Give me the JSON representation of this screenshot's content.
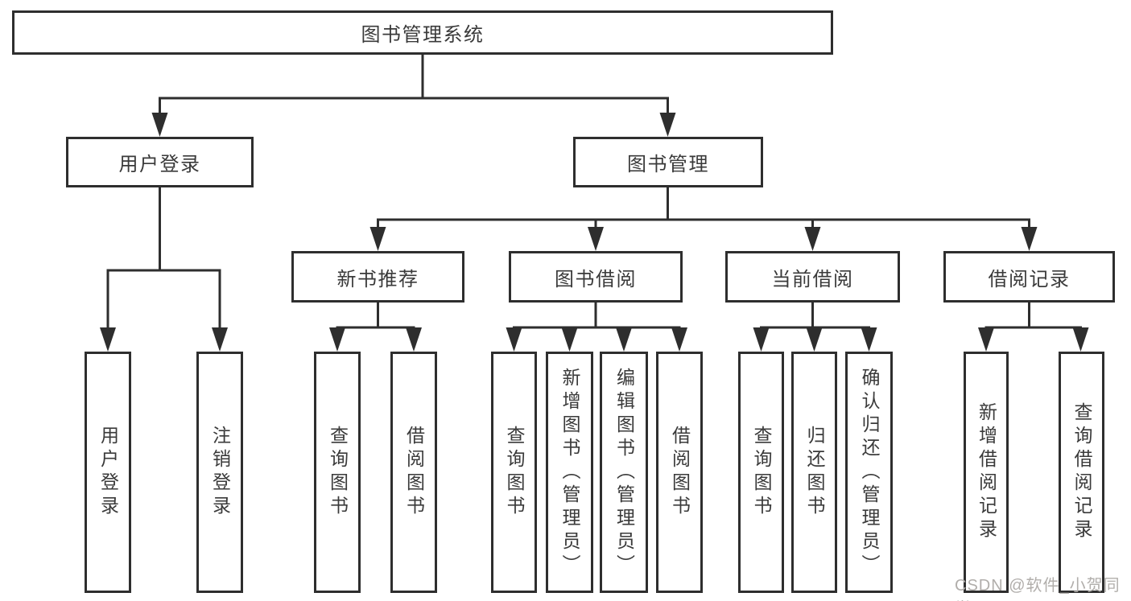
{
  "diagram": {
    "tree": {
      "label": "图书管理系统",
      "children": [
        {
          "label": "用户登录",
          "children": [
            {
              "label": "用户登录"
            },
            {
              "label": "注销登录"
            }
          ]
        },
        {
          "label": "图书管理",
          "children": [
            {
              "label": "新书推荐",
              "children": [
                {
                  "label": "查询图书"
                },
                {
                  "label": "借阅图书"
                }
              ]
            },
            {
              "label": "图书借阅",
              "children": [
                {
                  "label": "查询图书"
                },
                {
                  "label": "新增图书（管理员）"
                },
                {
                  "label": "编辑图书（管理员）"
                },
                {
                  "label": "借阅图书"
                }
              ]
            },
            {
              "label": "当前借阅",
              "children": [
                {
                  "label": "查询图书"
                },
                {
                  "label": "归还图书"
                },
                {
                  "label": "确认归还（管理员）"
                }
              ]
            },
            {
              "label": "借阅记录",
              "children": [
                {
                  "label": "新增借阅记录"
                },
                {
                  "label": "查询借阅记录"
                }
              ]
            }
          ]
        }
      ]
    }
  },
  "watermark": {
    "text": "CSDN @软件_小贺同学"
  },
  "colors": {
    "line": "#2e2e2e",
    "text": "#3a3a3a",
    "watermark": "#b1aeab",
    "background": "#ffffff"
  }
}
